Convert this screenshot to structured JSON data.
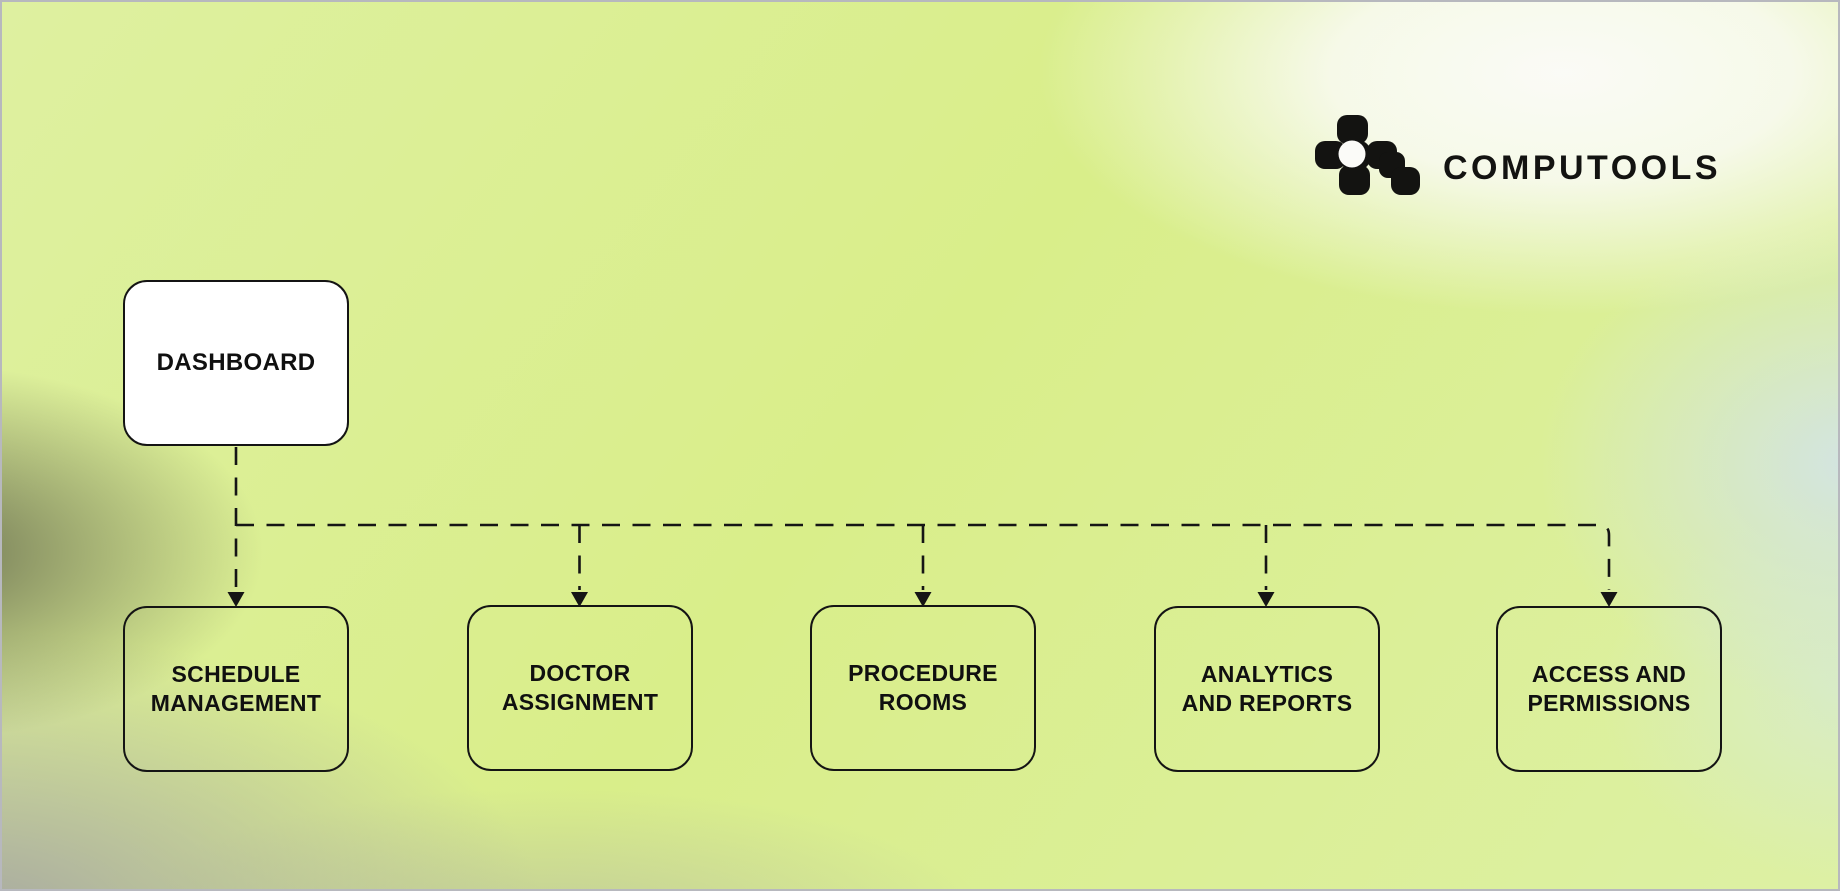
{
  "logo": {
    "text": "COMPUTOOLS"
  },
  "diagram": {
    "root": {
      "label": "DASHBOARD"
    },
    "children": [
      {
        "label": "SCHEDULE\nMANAGEMENT"
      },
      {
        "label": "DOCTOR\nASSIGNMENT"
      },
      {
        "label": "PROCEDURE\nROOMS"
      },
      {
        "label": "ANALYTICS\nAND REPORTS"
      },
      {
        "label": "ACCESS AND\nPERMISSIONS"
      }
    ],
    "connections": [
      {
        "from": "DASHBOARD",
        "to": "SCHEDULE MANAGEMENT",
        "style": "dashed-arrow"
      },
      {
        "from": "DASHBOARD",
        "to": "DOCTOR ASSIGNMENT",
        "style": "dashed-arrow"
      },
      {
        "from": "DASHBOARD",
        "to": "PROCEDURE ROOMS",
        "style": "dashed-arrow"
      },
      {
        "from": "DASHBOARD",
        "to": "ANALYTICS AND REPORTS",
        "style": "dashed-arrow"
      },
      {
        "from": "DASHBOARD",
        "to": "ACCESS AND PERMISSIONS",
        "style": "dashed-arrow"
      }
    ],
    "colors": {
      "node_border": "#141414",
      "root_fill": "#ffffff",
      "text": "#101010",
      "line": "#151515",
      "background_lime": "#d9ee8a",
      "background_white": "#fbfbf8",
      "background_blue": "#d1e2ee",
      "background_gray": "#a4a4a2",
      "background_olive": "#6f705c"
    }
  }
}
